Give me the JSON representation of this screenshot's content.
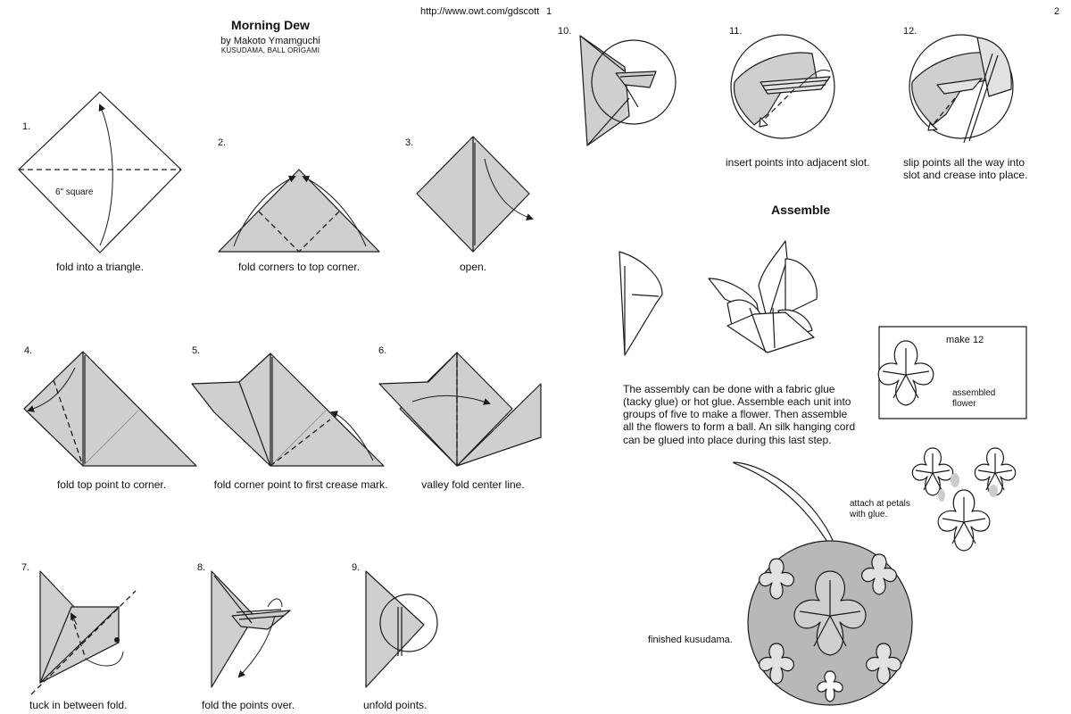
{
  "header": {
    "title": "Morning Dew",
    "byline": "by Makoto Ymamguchi",
    "subline": "KUSUDAMA, BALL ORIGAMI",
    "url": "http://www.owt.com/gdscott",
    "page1": "1",
    "page2": "2"
  },
  "steps": [
    {
      "num": "1.",
      "caption": "fold into a triangle.",
      "note": "6\" square"
    },
    {
      "num": "2.",
      "caption": "fold corners to top corner."
    },
    {
      "num": "3.",
      "caption": "open."
    },
    {
      "num": "4.",
      "caption": "fold top point to corner."
    },
    {
      "num": "5.",
      "caption": "fold corner point to first crease mark."
    },
    {
      "num": "6.",
      "caption": "valley fold center line."
    },
    {
      "num": "7.",
      "caption": "tuck in between fold."
    },
    {
      "num": "8.",
      "caption": "fold the points over."
    },
    {
      "num": "9.",
      "caption": "unfold points."
    },
    {
      "num": "10.",
      "caption": ""
    },
    {
      "num": "11.",
      "caption": "insert points into adjacent slot."
    },
    {
      "num": "12.",
      "caption": "slip points all the way into slot and crease into place."
    }
  ],
  "assemble": {
    "heading": "Assemble",
    "paragraph": "The assembly can be done with a fabric glue (tacky glue) or hot glue. Assemble each unit into groups of five to make a flower. Then assemble all the flowers to form a ball.  An silk hanging cord can be glued into place during this last step.",
    "make_label": "make 12",
    "assembled_label": "assembled flower",
    "attach_label": "attach at petals with glue.",
    "finished_label": "finished kusudama."
  },
  "colors": {
    "paper": "#cfcfcf",
    "paper_light": "#e2e2e2",
    "line": "#1a1a1a"
  }
}
